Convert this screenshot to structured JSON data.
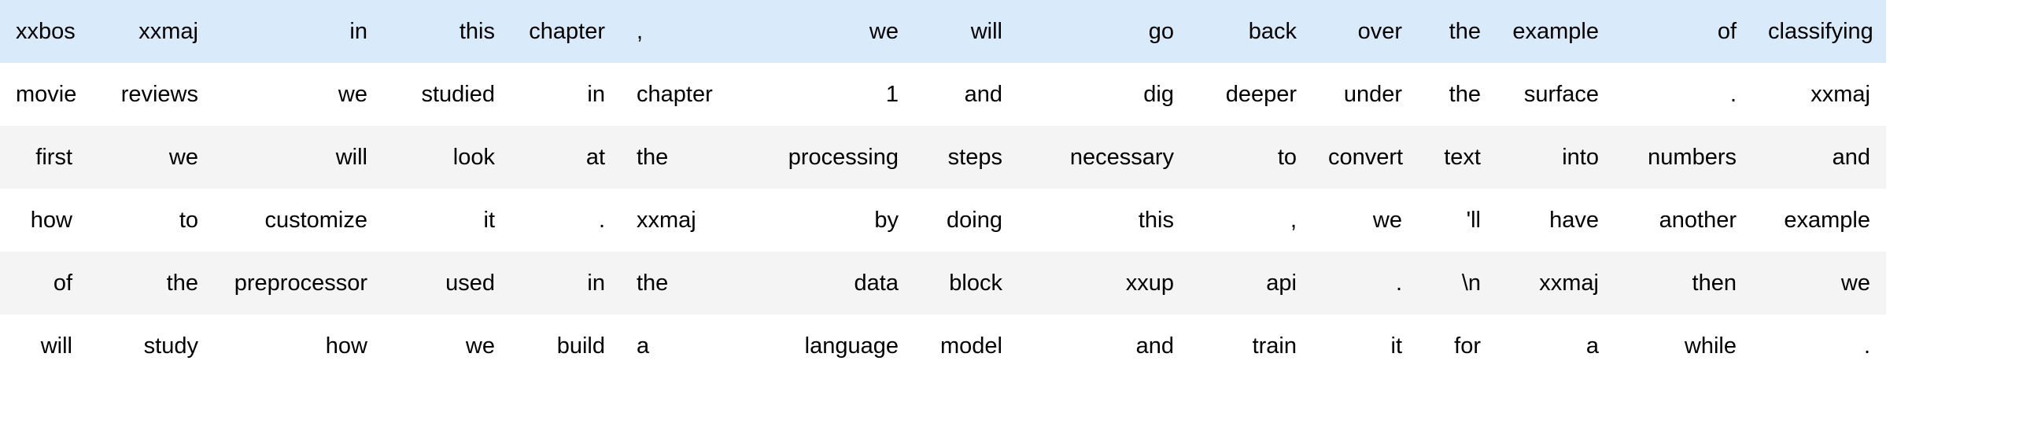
{
  "table": {
    "kind": "dataframe-token-table",
    "row_count": 6,
    "column_count": 16,
    "colors": {
      "highlight_row_bg": "#d9eafb",
      "stripe_row_bg": "#f4f4f4",
      "plain_row_bg": "#ffffff",
      "text": "#000000"
    },
    "rows": [
      {
        "style": "row-highlight",
        "cells": [
          "xxbos",
          "xxmaj",
          "in",
          "this",
          "chapter",
          ",",
          "we",
          "will",
          "go",
          "back",
          "over",
          "the",
          "example",
          "of",
          "classifying"
        ]
      },
      {
        "style": "row-plain",
        "cells": [
          "movie",
          "reviews",
          "we",
          "studied",
          "in",
          "chapter",
          "1",
          "and",
          "dig",
          "deeper",
          "under",
          "the",
          "surface",
          ".",
          "xxmaj"
        ]
      },
      {
        "style": "row-stripe",
        "cells": [
          "first",
          "we",
          "will",
          "look",
          "at",
          "the",
          "processing",
          "steps",
          "necessary",
          "to",
          "convert",
          "text",
          "into",
          "numbers",
          "and"
        ]
      },
      {
        "style": "row-plain",
        "cells": [
          "how",
          "to",
          "customize",
          "it",
          ".",
          "xxmaj",
          "by",
          "doing",
          "this",
          ",",
          "we",
          "'ll",
          "have",
          "another",
          "example"
        ]
      },
      {
        "style": "row-stripe",
        "cells": [
          "of",
          "the",
          "preprocessor",
          "used",
          "in",
          "the",
          "data",
          "block",
          "xxup",
          "api",
          ".",
          "\\n",
          "xxmaj",
          "then",
          "we"
        ]
      },
      {
        "style": "row-plain",
        "cells": [
          "will",
          "study",
          "how",
          "we",
          "build",
          "a",
          "language",
          "model",
          "and",
          "train",
          "it",
          "for",
          "a",
          "while",
          "."
        ]
      }
    ]
  }
}
